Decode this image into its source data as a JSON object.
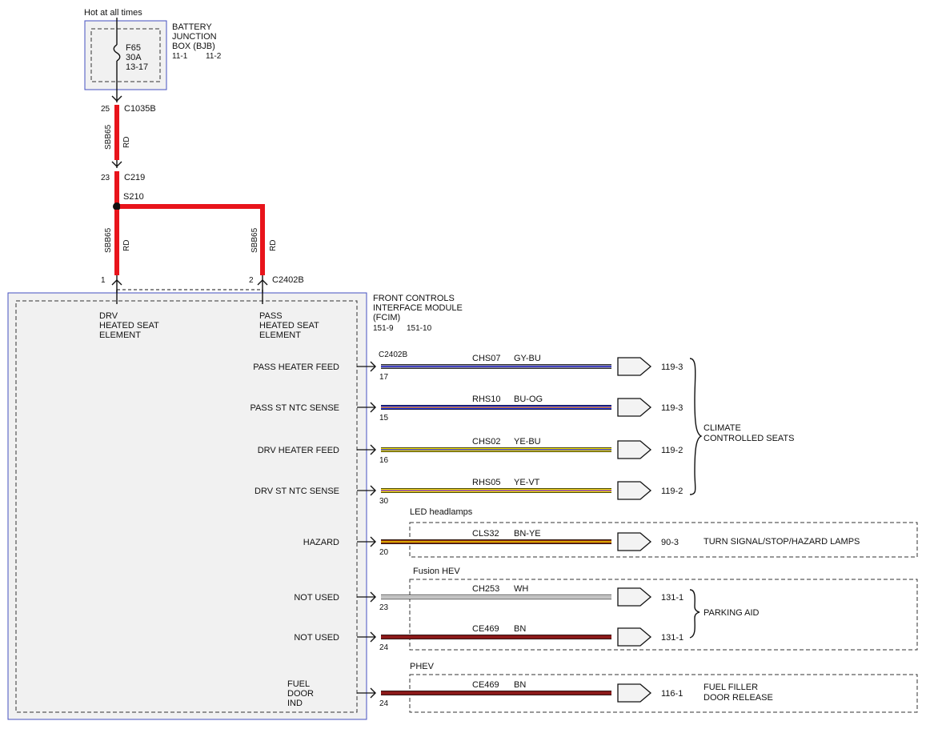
{
  "header": {
    "hot_label": "Hot at all times"
  },
  "bjb": {
    "name_lines": [
      "BATTERY",
      "JUNCTION",
      "BOX (BJB)"
    ],
    "refs": [
      "11-1",
      "11-2"
    ],
    "fuse": {
      "name": "F65",
      "rating": "30A",
      "ref": "13-17"
    }
  },
  "feed": {
    "c1035b": {
      "pin": "25",
      "name": "C1035B"
    },
    "wire_upper": {
      "circuit": "SBB65",
      "color": "RD"
    },
    "c219": {
      "pin": "23",
      "name": "C219"
    },
    "splice": "S210",
    "wire_left": {
      "circuit": "SBB65",
      "color": "RD"
    },
    "wire_right": {
      "circuit": "SBB65",
      "color": "RD"
    },
    "c2402b_top": {
      "pin_left": "1",
      "pin_right": "2",
      "name": "C2402B"
    }
  },
  "fcim": {
    "name_lines": [
      "FRONT CONTROLS",
      "INTERFACE MODULE",
      "(FCIM)"
    ],
    "refs": [
      "151-9",
      "151-10"
    ],
    "drv_element": [
      "DRV",
      "HEATED SEAT",
      "ELEMENT"
    ],
    "pass_element": [
      "PASS",
      "HEATED SEAT",
      "ELEMENT"
    ],
    "connector": "C2402B"
  },
  "circuits": [
    {
      "label": [
        "PASS HEATER FEED"
      ],
      "pin": "17",
      "circuit": "CHS07",
      "color": "GY-BU",
      "ref": "119-3",
      "dest": ""
    },
    {
      "label": [
        "PASS ST NTC SENSE"
      ],
      "pin": "15",
      "circuit": "RHS10",
      "color": "BU-OG",
      "ref": "119-3",
      "dest": ""
    },
    {
      "label": [
        "DRV HEATER FEED"
      ],
      "pin": "16",
      "circuit": "CHS02",
      "color": "YE-BU",
      "ref": "119-2",
      "dest": ""
    },
    {
      "label": [
        "DRV ST NTC SENSE"
      ],
      "pin": "30",
      "circuit": "RHS05",
      "color": "YE-VT",
      "ref": "119-2",
      "dest": ""
    },
    {
      "label": [
        "HAZARD"
      ],
      "pin": "20",
      "circuit": "CLS32",
      "color": "BN-YE",
      "ref": "90-3",
      "dest": "TURN SIGNAL/STOP/HAZARD LAMPS"
    },
    {
      "label": [
        "NOT USED"
      ],
      "pin": "23",
      "circuit": "CH253",
      "color": "WH",
      "ref": "131-1",
      "dest": ""
    },
    {
      "label": [
        "NOT USED"
      ],
      "pin": "24",
      "circuit": "CE469",
      "color": "BN",
      "ref": "131-1",
      "dest": ""
    },
    {
      "label": [
        "FUEL",
        "DOOR",
        "IND"
      ],
      "pin": "24",
      "circuit": "CE469",
      "color": "BN",
      "ref": "116-1",
      "dest": ""
    }
  ],
  "groups": {
    "climate": [
      "CLIMATE",
      "CONTROLLED SEATS"
    ],
    "parking": [
      "PARKING AID"
    ],
    "fuel": [
      "FUEL FILLER",
      "DOOR RELEASE"
    ]
  },
  "option_labels": {
    "led": "LED headlamps",
    "fusion": "Fusion HEV",
    "phev": "PHEV"
  },
  "wire_colors": {
    "red": "#e8141b",
    "gy_bu": [
      "#8c8c96",
      "#2a2ad2"
    ],
    "bu_og": [
      "#1f2ee0",
      "#e08a2a"
    ],
    "ye_bu": [
      "#f2e100",
      "#3a3ad0"
    ],
    "ye_vt": [
      "#f2e100",
      "#8a3cc0"
    ],
    "bn_ye": [
      "#8a2a10",
      "#f0d000"
    ],
    "wh": [
      "#f6f6f6",
      "#9a9a9a"
    ],
    "bn": [
      "#8b1a1a"
    ],
    "module_fill": "#f1f1f1",
    "module_border": "#4450c0"
  }
}
